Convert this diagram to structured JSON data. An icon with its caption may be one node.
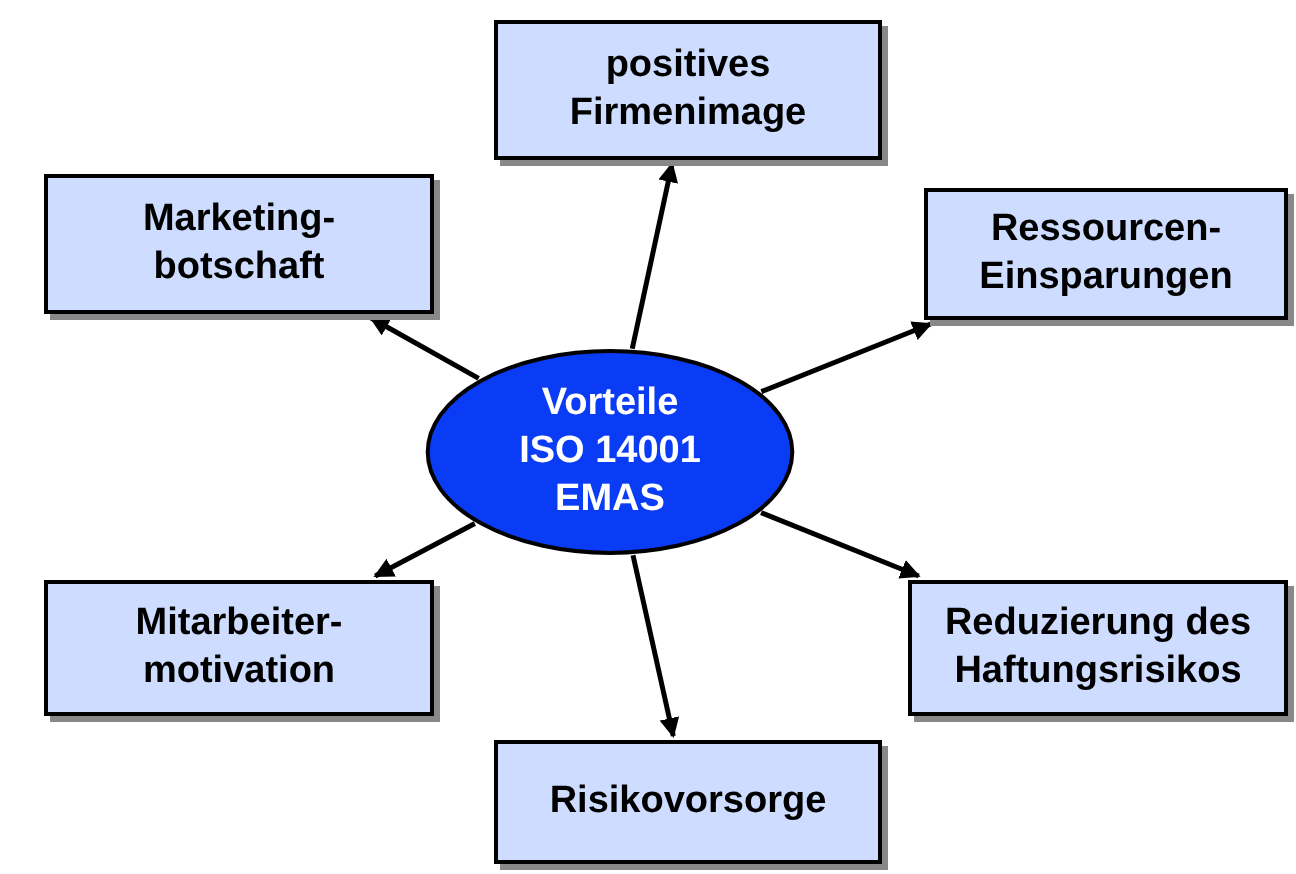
{
  "diagram": {
    "nodes": [
      {
        "text": [
          "Vorteile ISO 14001 EMAS"
        ]
      },
      {
        "text": [
          "positives Firmenimage"
        ]
      },
      {
        "text": [
          "Marketing- botschaft"
        ]
      },
      {
        "text": [
          "Ressourcen- Einsparungen"
        ]
      },
      {
        "text": [
          "Mitarbeiter- motivation"
        ]
      },
      {
        "text": [
          "Reduzierung des Haftungsrisikos"
        ]
      },
      {
        "text": [
          "Risikovorsorge"
        ]
      }
    ],
    "edges": [
      {
        "from": 0,
        "to": 1,
        "arrow": "to"
      },
      {
        "from": 0,
        "to": 2,
        "arrow": "to"
      },
      {
        "from": 0,
        "to": 3,
        "arrow": "to"
      },
      {
        "from": 0,
        "to": 4,
        "arrow": "to"
      },
      {
        "from": 0,
        "to": 5,
        "arrow": "to"
      },
      {
        "from": 0,
        "to": 6,
        "arrow": "to"
      }
    ]
  }
}
